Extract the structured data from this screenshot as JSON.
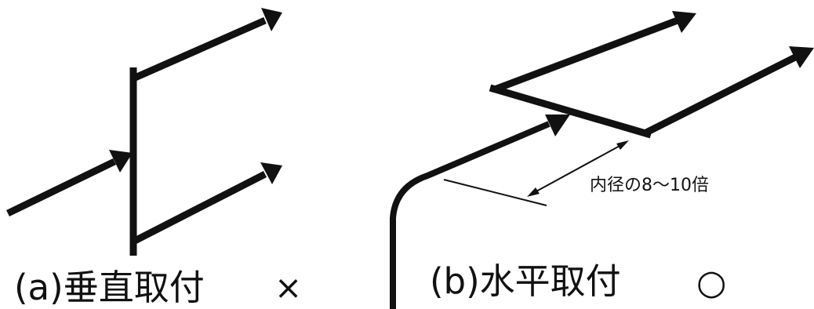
{
  "captions": {
    "vertical": "(a)垂直取付",
    "vertical_mark": "×",
    "horizontal": "(b)水平取付",
    "horizontal_mark": "○"
  },
  "dimension_label": "内径の8〜10倍"
}
